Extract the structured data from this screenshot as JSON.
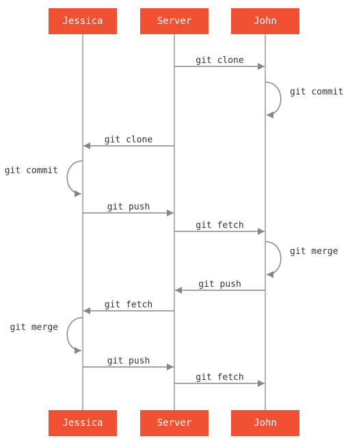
{
  "participants": [
    {
      "id": "jessica",
      "label": "Jessica"
    },
    {
      "id": "server",
      "label": "Server"
    },
    {
      "id": "john",
      "label": "John"
    }
  ],
  "colors": {
    "actor_fill": "#f05133",
    "actor_text": "#ffffff",
    "lifeline": "#999999",
    "arrow": "#8a8580",
    "message_text": "#333333",
    "background": "#ffffff"
  },
  "messages": [
    {
      "from": "server",
      "to": "john",
      "label": "git clone"
    },
    {
      "from": "john",
      "to": "john",
      "label": "git commit"
    },
    {
      "from": "server",
      "to": "jessica",
      "label": "git clone"
    },
    {
      "from": "jessica",
      "to": "jessica",
      "label": "git commit"
    },
    {
      "from": "jessica",
      "to": "server",
      "label": "git push"
    },
    {
      "from": "server",
      "to": "john",
      "label": "git fetch"
    },
    {
      "from": "john",
      "to": "john",
      "label": "git merge"
    },
    {
      "from": "john",
      "to": "server",
      "label": "git push"
    },
    {
      "from": "server",
      "to": "jessica",
      "label": "git fetch"
    },
    {
      "from": "jessica",
      "to": "jessica",
      "label": "git merge"
    },
    {
      "from": "jessica",
      "to": "server",
      "label": "git push"
    },
    {
      "from": "server",
      "to": "john",
      "label": "git fetch"
    }
  ]
}
